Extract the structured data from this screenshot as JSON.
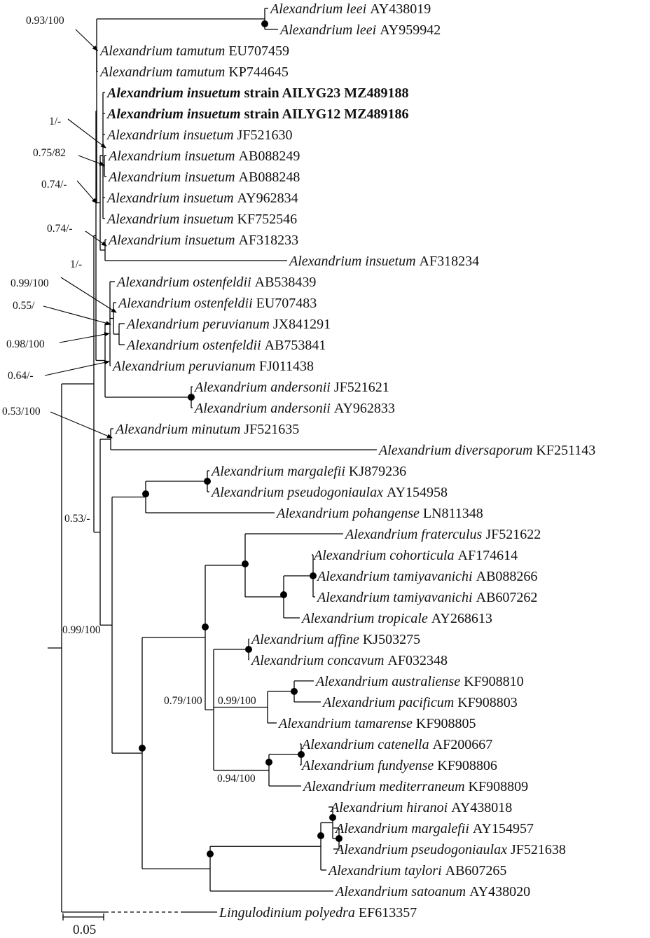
{
  "tree": {
    "leaves": [
      {
        "id": "leei1",
        "genus_species": "Alexandrium leei",
        "accession": "AY438019",
        "bold": false
      },
      {
        "id": "leei2",
        "genus_species": "Alexandrium leei",
        "accession": "AY959942",
        "bold": false
      },
      {
        "id": "tam1",
        "genus_species": "Alexandrium tamutum",
        "accession": "EU707459",
        "bold": false
      },
      {
        "id": "tam2",
        "genus_species": "Alexandrium tamutum",
        "accession": "KP744645",
        "bold": false
      },
      {
        "id": "ins23",
        "genus_species": "Alexandrium insuetum",
        "accession": "strain AILYG23 MZ489188",
        "bold": true
      },
      {
        "id": "ins12",
        "genus_species": "Alexandrium insuetum",
        "accession": "strain AILYG12 MZ489186",
        "bold": true
      },
      {
        "id": "insJF",
        "genus_species": "Alexandrium insuetum",
        "accession": "JF521630",
        "bold": false
      },
      {
        "id": "insAB249",
        "genus_species": "Alexandrium insuetum",
        "accession": "AB088249",
        "bold": false
      },
      {
        "id": "insAB248",
        "genus_species": "Alexandrium insuetum",
        "accession": "AB088248",
        "bold": false
      },
      {
        "id": "insAY",
        "genus_species": "Alexandrium insuetum",
        "accession": "AY962834",
        "bold": false
      },
      {
        "id": "insKF",
        "genus_species": "Alexandrium insuetum",
        "accession": "KF752546",
        "bold": false
      },
      {
        "id": "insAF233",
        "genus_species": "Alexandrium insuetum",
        "accession": "AF318233",
        "bold": false
      },
      {
        "id": "insAF234",
        "genus_species": "Alexandrium insuetum",
        "accession": "AF318234",
        "bold": false
      },
      {
        "id": "ost439",
        "genus_species": "Alexandrium ostenfeldii",
        "accession": "AB538439",
        "bold": false
      },
      {
        "id": "ostEU",
        "genus_species": "Alexandrium ostenfeldii",
        "accession": "EU707483",
        "bold": false
      },
      {
        "id": "peruJX",
        "genus_species": "Alexandrium peruvianum",
        "accession": " JX841291",
        "bold": false
      },
      {
        "id": "ost841",
        "genus_species": "Alexandrium ostenfeldii",
        "accession": "AB753841",
        "bold": false
      },
      {
        "id": "peruFJ",
        "genus_species": "Alexandrium peruvianum",
        "accession": "FJ011438",
        "bold": false
      },
      {
        "id": "and621",
        "genus_species": "Alexandrium andersonii",
        "accession": "JF521621",
        "bold": false
      },
      {
        "id": "and833",
        "genus_species": "Alexandrium andersonii",
        "accession": "AY962833",
        "bold": false
      },
      {
        "id": "minJF",
        "genus_species": "Alexandrium minutum",
        "accession": "JF521635",
        "bold": false
      },
      {
        "id": "divKF",
        "genus_species": "Alexandrium diversaporum",
        "accession": "KF251143",
        "bold": false
      },
      {
        "id": "marKJ",
        "genus_species": "Alexandrium margalefii",
        "accession": "KJ879236",
        "bold": false
      },
      {
        "id": "pseAY",
        "genus_species": "Alexandrium pseudogoniaulax",
        "accession": "AY154958",
        "bold": false
      },
      {
        "id": "pohLN",
        "genus_species": "Alexandrium pohangense",
        "accession": "LN811348",
        "bold": false
      },
      {
        "id": "fraJF",
        "genus_species": "Alexandrium fraterculus",
        "accession": "JF521622",
        "bold": false
      },
      {
        "id": "cohAF",
        "genus_species": "Alexandrium cohorticula",
        "accession": "AF174614",
        "bold": false
      },
      {
        "id": "tmy266",
        "genus_species": "Alexandrium tamiyavanichi",
        "accession": "AB088266",
        "bold": false
      },
      {
        "id": "tmy262",
        "genus_species": "Alexandrium tamiyavanichi",
        "accession": "AB607262",
        "bold": false
      },
      {
        "id": "troAY",
        "genus_species": "Alexandrium tropicale",
        "accession": "AY268613",
        "bold": false
      },
      {
        "id": "affKJ",
        "genus_species": "Alexandrium affine",
        "accession": "KJ503275",
        "bold": false
      },
      {
        "id": "conAF",
        "genus_species": "Alexandrium concavum",
        "accession": "AF032348",
        "bold": false
      },
      {
        "id": "ausKF",
        "genus_species": "Alexandrium australiense",
        "accession": "KF908810",
        "bold": false
      },
      {
        "id": "pacKF",
        "genus_species": "Alexandrium pacificum",
        "accession": "KF908803",
        "bold": false
      },
      {
        "id": "tmrKF",
        "genus_species": "Alexandrium tamarense",
        "accession": "KF908805",
        "bold": false
      },
      {
        "id": "catAF",
        "genus_species": "Alexandrium catenella",
        "accession": "AF200667",
        "bold": false
      },
      {
        "id": "funKF",
        "genus_species": "Alexandrium fundyense",
        "accession": "KF908806",
        "bold": false
      },
      {
        "id": "medKF",
        "genus_species": "Alexandrium mediterraneum",
        "accession": "KF908809",
        "bold": false
      },
      {
        "id": "hirAY",
        "genus_species": "Alexandrium hiranoi",
        "accession": "AY438018",
        "bold": false
      },
      {
        "id": "marAY",
        "genus_species": "Alexandrium margalefii",
        "accession": "AY154957",
        "bold": false
      },
      {
        "id": "pseJF",
        "genus_species": "Alexandrium pseudogoniaulax",
        "accession": "JF521638",
        "bold": false
      },
      {
        "id": "tayAB",
        "genus_species": "Alexandrium taylori",
        "accession": "AB607265",
        "bold": false
      },
      {
        "id": "satAY",
        "genus_species": "Alexandrium satoanum",
        "accession": "AY438020",
        "bold": false
      },
      {
        "id": "linEF",
        "genus_species": "Lingulodinium polyedra",
        "accession": "EF613357",
        "bold": false
      }
    ],
    "support_values": [
      {
        "id": "s093",
        "label": "0.93/100"
      },
      {
        "id": "s1a",
        "label": "1/-"
      },
      {
        "id": "s075",
        "label": "0.75/82"
      },
      {
        "id": "s074a",
        "label": "0.74/-"
      },
      {
        "id": "s074b",
        "label": "0.74/-"
      },
      {
        "id": "s1b",
        "label": "1/-"
      },
      {
        "id": "s099",
        "label": "0.99/100"
      },
      {
        "id": "s055",
        "label": "0.55/"
      },
      {
        "id": "s098",
        "label": "0.98/100"
      },
      {
        "id": "s064",
        "label": "0.64/-"
      },
      {
        "id": "s053a",
        "label": "0.53/100"
      },
      {
        "id": "s053b",
        "label": "0.53/-"
      },
      {
        "id": "s099b",
        "label": "0.99/100"
      },
      {
        "id": "s079",
        "label": "0.79/100"
      },
      {
        "id": "s099c",
        "label": "0.99/100"
      },
      {
        "id": "s094",
        "label": "0.94/100"
      }
    ],
    "scale_bar": {
      "label": "0.05",
      "value": 0.05
    }
  }
}
